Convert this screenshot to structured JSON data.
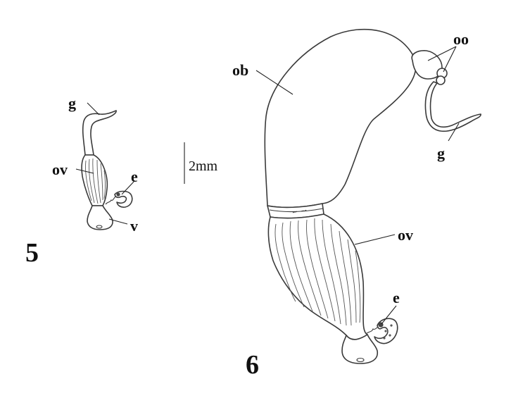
{
  "figure_numbers": {
    "fig5": "5",
    "fig6": "6"
  },
  "scale_bar": {
    "label": "2mm"
  },
  "labels_fig5": {
    "g": "g",
    "ov": "ov",
    "e": "e",
    "v": "v"
  },
  "labels_fig6": {
    "ob": "ob",
    "oo": "oo",
    "g": "g",
    "ov": "ov",
    "e": "e"
  }
}
